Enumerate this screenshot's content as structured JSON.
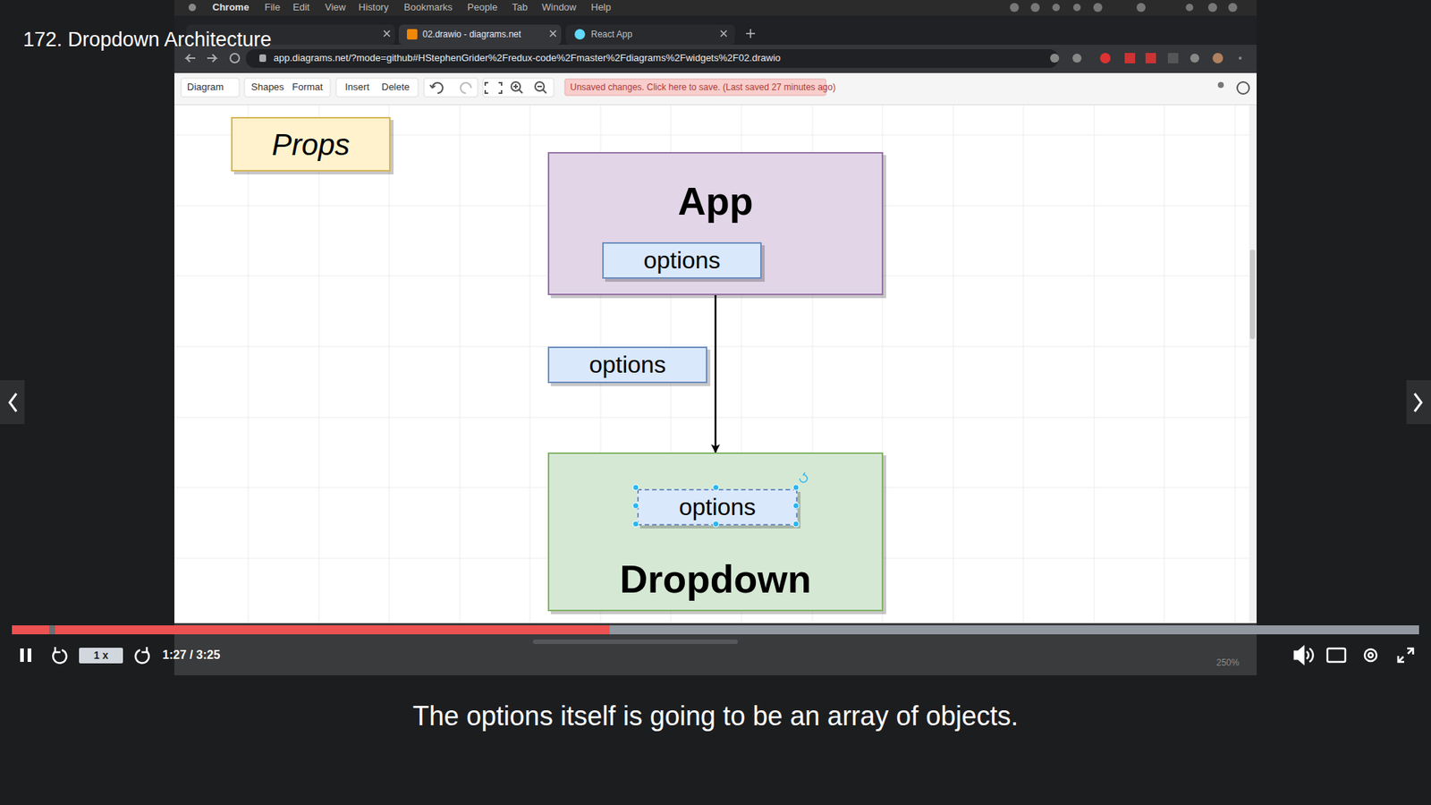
{
  "diagram": {
    "title": "172. Dropdown Architecture",
    "caption": "The options itself is going to be an array of objects.",
    "nodes": [
      {
        "text": [
          "Props"
        ]
      },
      {
        "text": [
          "App"
        ]
      },
      {
        "text": [
          "options"
        ],
        "in": 1
      },
      {
        "text": [
          "options"
        ]
      },
      {
        "text": [
          "Dropdown"
        ]
      },
      {
        "text": [
          "options"
        ],
        "in": 4
      }
    ],
    "edges": [
      {
        "from": 1,
        "to": 4,
        "arrow": "to"
      }
    ],
    "labels": [
      "Chrome",
      "File",
      "Edit",
      "View",
      "History",
      "Bookmarks",
      "People",
      "Tab",
      "Window",
      "Help",
      "02.drawio - diagrams.net",
      "React App",
      "app.diagrams.net/?mode=github#HStephenGrider%2Fredux-code%2Fmaster%2Fdiagrams%2Fwidgets%2F02.drawio",
      "Diagram",
      "Shapes",
      "Format",
      "Insert",
      "Delete",
      "Unsaved changes. Click here to save. (Last saved 27 minutes ago)",
      "1 x",
      "1:27 / 3:25",
      "250%"
    ]
  }
}
